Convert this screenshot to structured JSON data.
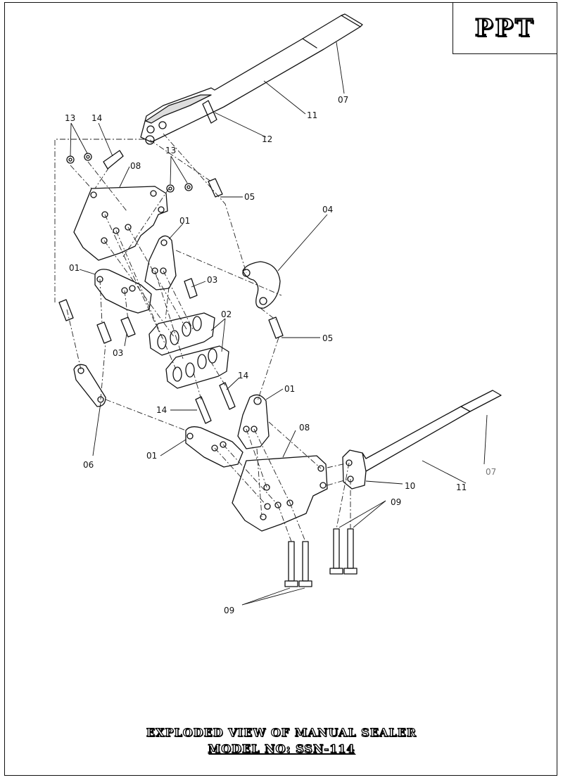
{
  "logo": {
    "text": "PPT"
  },
  "title": {
    "line1": "EXPLODED VIEW OF MANUAL SEALER",
    "line2": "MODEL NO: SSN-114"
  },
  "callouts": {
    "c01a": "01",
    "c01b": "01",
    "c01c": "01",
    "c01d": "01",
    "c02": "02",
    "c03a": "03",
    "c03b": "03",
    "c04": "04",
    "c05a": "05",
    "c05b": "05",
    "c06": "06",
    "c07a": "07",
    "c07b": "07",
    "c08a": "08",
    "c08b": "08",
    "c09a": "09",
    "c09b": "09",
    "c10": "10",
    "c11a": "11",
    "c11b": "11",
    "c12": "12",
    "c13a": "13",
    "c13b": "13",
    "c14a": "14",
    "c14b": "14",
    "c14c": "14"
  }
}
